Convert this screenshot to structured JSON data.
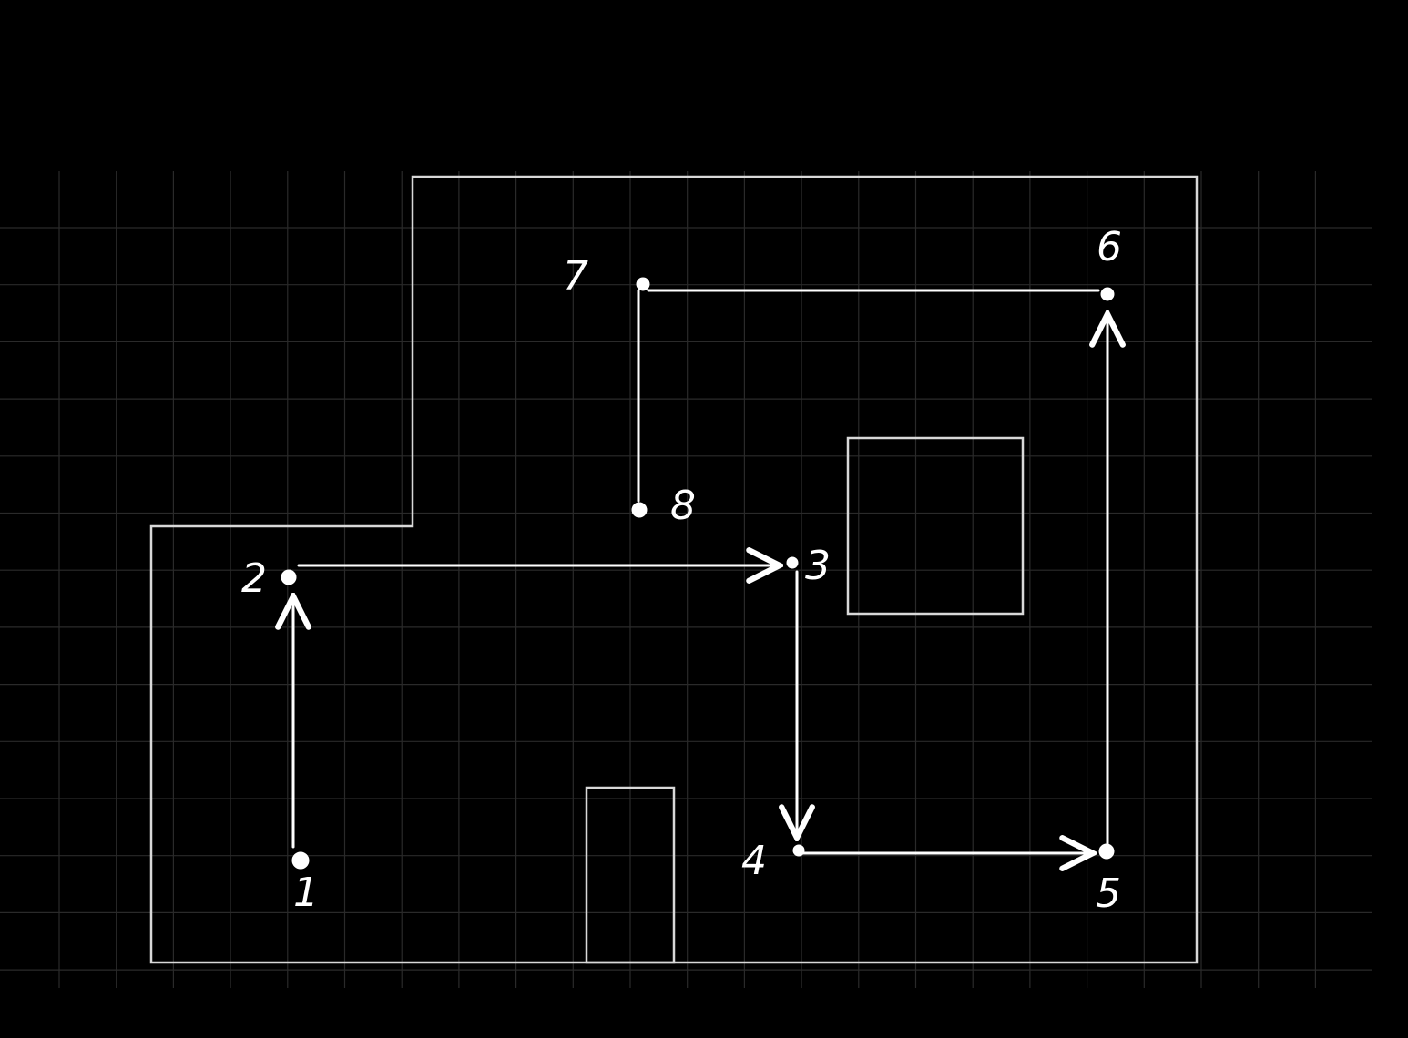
{
  "diagram": {
    "colors": {
      "background": "#000000",
      "grid": "#2a2a2a",
      "wall": "#d8d8d8",
      "path": "#ffffff"
    },
    "waypoints": [
      {
        "id": "wp-1",
        "label": "1"
      },
      {
        "id": "wp-2",
        "label": "2"
      },
      {
        "id": "wp-3",
        "label": "3"
      },
      {
        "id": "wp-4",
        "label": "4"
      },
      {
        "id": "wp-5",
        "label": "5"
      },
      {
        "id": "wp-6",
        "label": "6"
      },
      {
        "id": "wp-7",
        "label": "7"
      },
      {
        "id": "wp-8",
        "label": "8"
      }
    ],
    "route_order": [
      "1",
      "2",
      "3",
      "4",
      "5",
      "6",
      "7",
      "8"
    ]
  }
}
